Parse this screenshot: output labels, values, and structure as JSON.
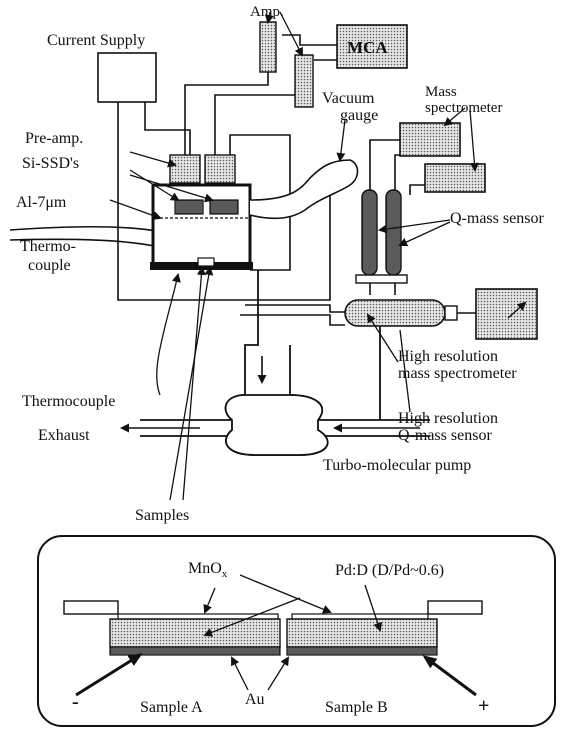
{
  "labels": {
    "current_supply": "Current Supply",
    "amp": "Amp.",
    "mca": "MCA",
    "mass_spectrometer_line1": "Mass",
    "mass_spectrometer_line2": "spectrometer",
    "vacuum_gauge_line1": "Vacuum",
    "vacuum_gauge_line2": "gauge",
    "pre_amp": "Pre-amp.",
    "si_ssd": "Si-SSD's",
    "al_foil": "Al-7μm",
    "thermo_couple_line1": "Thermo-",
    "thermo_couple_line2": "couple",
    "q_mass_sensor": "Q-mass sensor",
    "hr_mass_spec_line1": "High resolution",
    "hr_mass_spec_line2": "mass spectrometer",
    "thermocouple": "Thermocouple",
    "hr_q_mass_line1": "High resolution",
    "hr_q_mass_line2": "Q-mass sensor",
    "exhaust": "Exhaust",
    "turbo_pump": "Turbo-molecular pump",
    "samples": "Samples"
  },
  "inset": {
    "mnox_base": "MnO",
    "mnox_sub": "x",
    "pd_d": "Pd:D (D/Pd~0.6)",
    "au": "Au",
    "sample_a": "Sample A",
    "sample_b": "Sample B",
    "minus": "-",
    "plus": "+"
  }
}
